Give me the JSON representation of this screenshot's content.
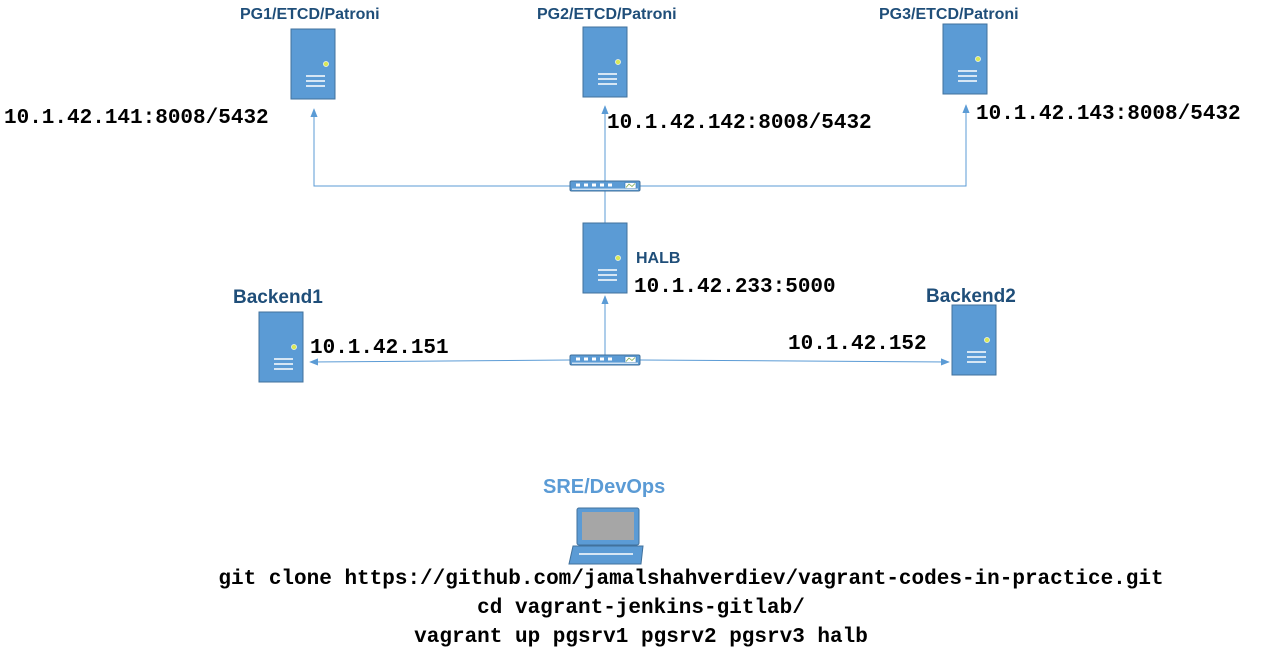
{
  "nodes": {
    "pg1": {
      "label": "PG1/ETCD/Patroni",
      "ip": "10.1.42.141:8008/5432"
    },
    "pg2": {
      "label": "PG2/ETCD/Patroni",
      "ip": "10.1.42.142:8008/5432"
    },
    "pg3": {
      "label": "PG3/ETCD/Patroni",
      "ip": "10.1.42.143:8008/5432"
    },
    "halb": {
      "label": "HALB",
      "ip": "10.1.42.233:5000"
    },
    "backend1": {
      "label": "Backend1",
      "ip": "10.1.42.151"
    },
    "backend2": {
      "label": "Backend2",
      "ip": "10.1.42.152"
    },
    "workstation": {
      "label": "SRE/DevOps"
    }
  },
  "commands": [
    "git clone https://github.com/jamalshahverdiev/vagrant-codes-in-practice.git",
    "cd vagrant-jenkins-gitlab/",
    "vagrant up pgsrv1 pgsrv2 pgsrv3 halb"
  ],
  "colors": {
    "server_fill": "#5b9bd5",
    "server_stroke": "#41719c",
    "wire": "#5b9bd5",
    "label_dark": "#1f4e79",
    "label_light": "#5b9bd5"
  },
  "icons": {
    "server": "server-tower-icon",
    "switch": "network-switch-icon",
    "laptop": "laptop-icon"
  }
}
